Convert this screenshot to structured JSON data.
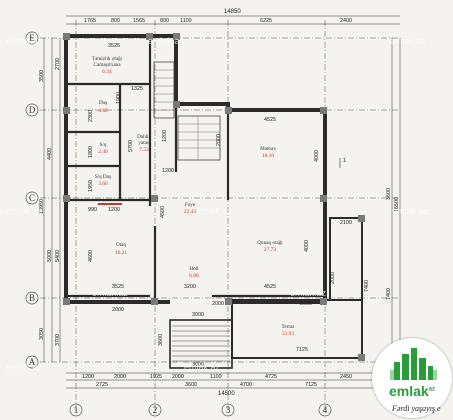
{
  "plan": {
    "caption": "Fərdi yaşayış e",
    "north_marker": "1",
    "grid_rows": [
      "E",
      "D",
      "C",
      "B",
      "A"
    ],
    "grid_cols": [
      "1",
      "2",
      "3",
      "4"
    ],
    "top_dims": [
      "1765",
      "800",
      "1565",
      "800",
      "1100",
      "6225",
      "2400"
    ],
    "top_total": "14850",
    "bottom_dims": [
      "1200",
      "2000",
      "1925",
      "2000",
      "1100",
      "4725",
      "2450"
    ],
    "bottom_row2": [
      "2725",
      "3600",
      "4700",
      "7125"
    ],
    "bottom_total": "14500",
    "left_dims": [
      "3500",
      "2700",
      "4400",
      "13950",
      "5000",
      "5400",
      "3050",
      "3700"
    ],
    "right_dims": [
      "16500",
      "7400",
      "3600",
      "7400"
    ],
    "inner_dims": [
      "3525",
      "1325",
      "4525",
      "2300",
      "1800",
      "1950",
      "5700",
      "1900",
      "990",
      "1200",
      "4500",
      "4600",
      "3525",
      "2000",
      "3200",
      "4525",
      "2000",
      "2000",
      "3000",
      "3600",
      "3000",
      "7125",
      "4000",
      "4000",
      "2100",
      "1200",
      "1200",
      "2000",
      "2000"
    ]
  },
  "rooms": [
    {
      "name": "Təmizlik otağı",
      "name2": "Camaşırxana",
      "area": "6.34"
    },
    {
      "name": "Duş",
      "area": "4.60"
    },
    {
      "name": "S/q",
      "area": "2.40"
    },
    {
      "name": "S/q Duş",
      "area": "3.60"
    },
    {
      "name": "Dəhliz",
      "name2": "yataq",
      "area": "7.53"
    },
    {
      "name": "Mətbəx",
      "area": "18.10"
    },
    {
      "name": "Foye",
      "area": "22.43"
    },
    {
      "name": "Otaq",
      "area": "16.21"
    },
    {
      "name": "Qonaq otağı",
      "area": "27.73"
    },
    {
      "name": "Holl",
      "area": "6.08"
    },
    {
      "name": "Terras",
      "area": "33.93"
    }
  ],
  "watermark": "emlak.az",
  "logo": {
    "text": "emlak",
    "sup": "az"
  },
  "colors": {
    "wall": "#2b2b2b",
    "accent": "#c0392b",
    "logo": "#2a9d3a"
  }
}
